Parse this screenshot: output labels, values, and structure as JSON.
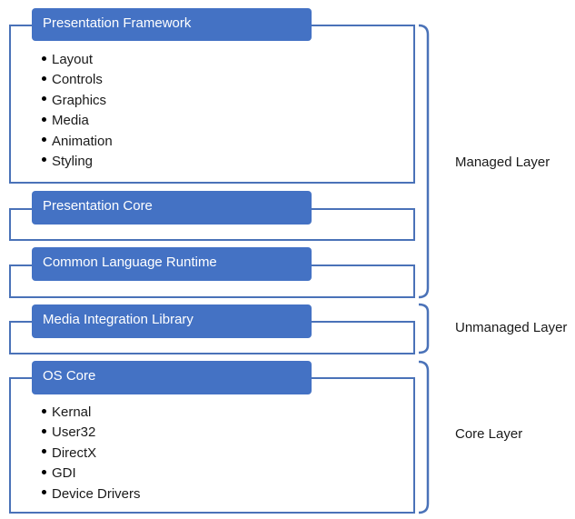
{
  "framework": {
    "title": "Presentation Framework",
    "items": [
      "Layout",
      "Controls",
      "Graphics",
      "Media",
      "Animation",
      "Styling"
    ]
  },
  "core": {
    "title": "Presentation Core"
  },
  "clr": {
    "title": "Common Language Runtime"
  },
  "mil": {
    "title": "Media Integration Library"
  },
  "os": {
    "title": "OS Core",
    "items": [
      "Kernal",
      "User32",
      "DirectX",
      "GDI",
      "Device Drivers"
    ]
  },
  "layers": {
    "managed": "Managed Layer",
    "unmanaged": "Unmanaged Layer",
    "core": "Core Layer"
  },
  "colors": {
    "header": "#4472c4",
    "frame": "#4a72b8"
  }
}
